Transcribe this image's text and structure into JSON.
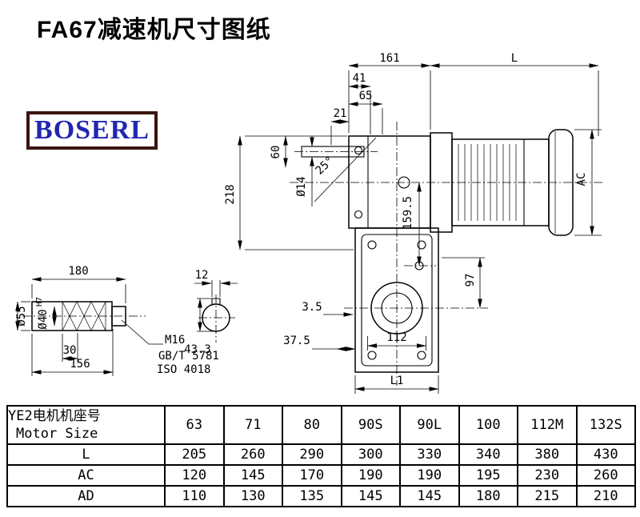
{
  "title": "FA67减速机尺寸图纸",
  "logo": {
    "text": "BOSERL",
    "text_color": "#2127b0",
    "border_color": "#3c1410"
  },
  "main_drawing": {
    "dims": {
      "d161": "161",
      "dL": "L",
      "d41": "41",
      "d65": "65",
      "d21": "21",
      "d60": "60",
      "d218": "218",
      "d14": "Ø14",
      "d25": "25°",
      "dAC": "AC",
      "d159": "159.5",
      "d97": "97",
      "d35": "3.5",
      "d375": "37.5",
      "d112": "112",
      "dL1": "L1"
    }
  },
  "shaft_detail": {
    "dims": {
      "d180": "180",
      "d55": "Ø55",
      "d40": "Ø40",
      "d40tol": "H7",
      "d30": "30",
      "d156": "156",
      "d12": "12",
      "d433": "43.3"
    },
    "notes": {
      "thread": "M16",
      "std1": "GB/T 5781",
      "std2": "ISO 4018"
    }
  },
  "table": {
    "row_header_line1": "YE2电机机座号",
    "row_header_line2": "Motor Size",
    "motor_sizes": [
      "63",
      "71",
      "80",
      "90S",
      "90L",
      "100",
      "112M",
      "132S"
    ],
    "rows": [
      {
        "label": "L",
        "values": [
          "205",
          "260",
          "290",
          "300",
          "330",
          "340",
          "380",
          "430"
        ]
      },
      {
        "label": "AC",
        "values": [
          "120",
          "145",
          "170",
          "190",
          "190",
          "195",
          "230",
          "260"
        ]
      },
      {
        "label": "AD",
        "values": [
          "110",
          "130",
          "135",
          "145",
          "145",
          "180",
          "215",
          "210"
        ]
      }
    ]
  }
}
